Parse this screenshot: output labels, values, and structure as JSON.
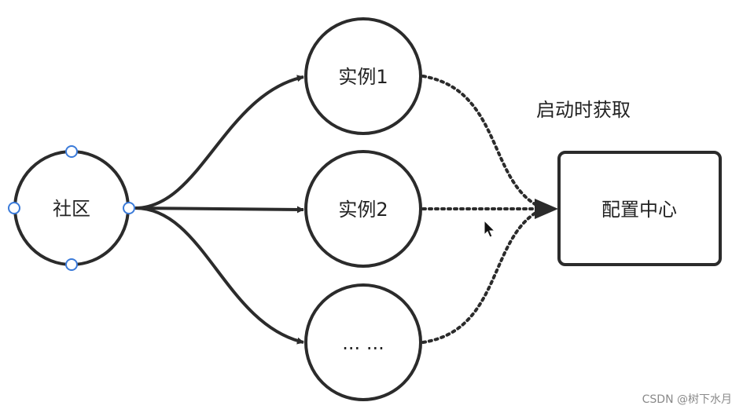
{
  "nodes": {
    "community": {
      "label": "社区"
    },
    "instance1": {
      "label": "实例1"
    },
    "instance2": {
      "label": "实例2"
    },
    "instance_more": {
      "label": "... ..."
    },
    "config_center": {
      "label": "配置中心"
    }
  },
  "edges": {
    "startup_fetch": {
      "label": "启动时获取"
    }
  },
  "watermark": "CSDN @树下水月",
  "colors": {
    "stroke": "#2b2b2b",
    "handle": "#3a7ad9",
    "text": "#222222"
  }
}
